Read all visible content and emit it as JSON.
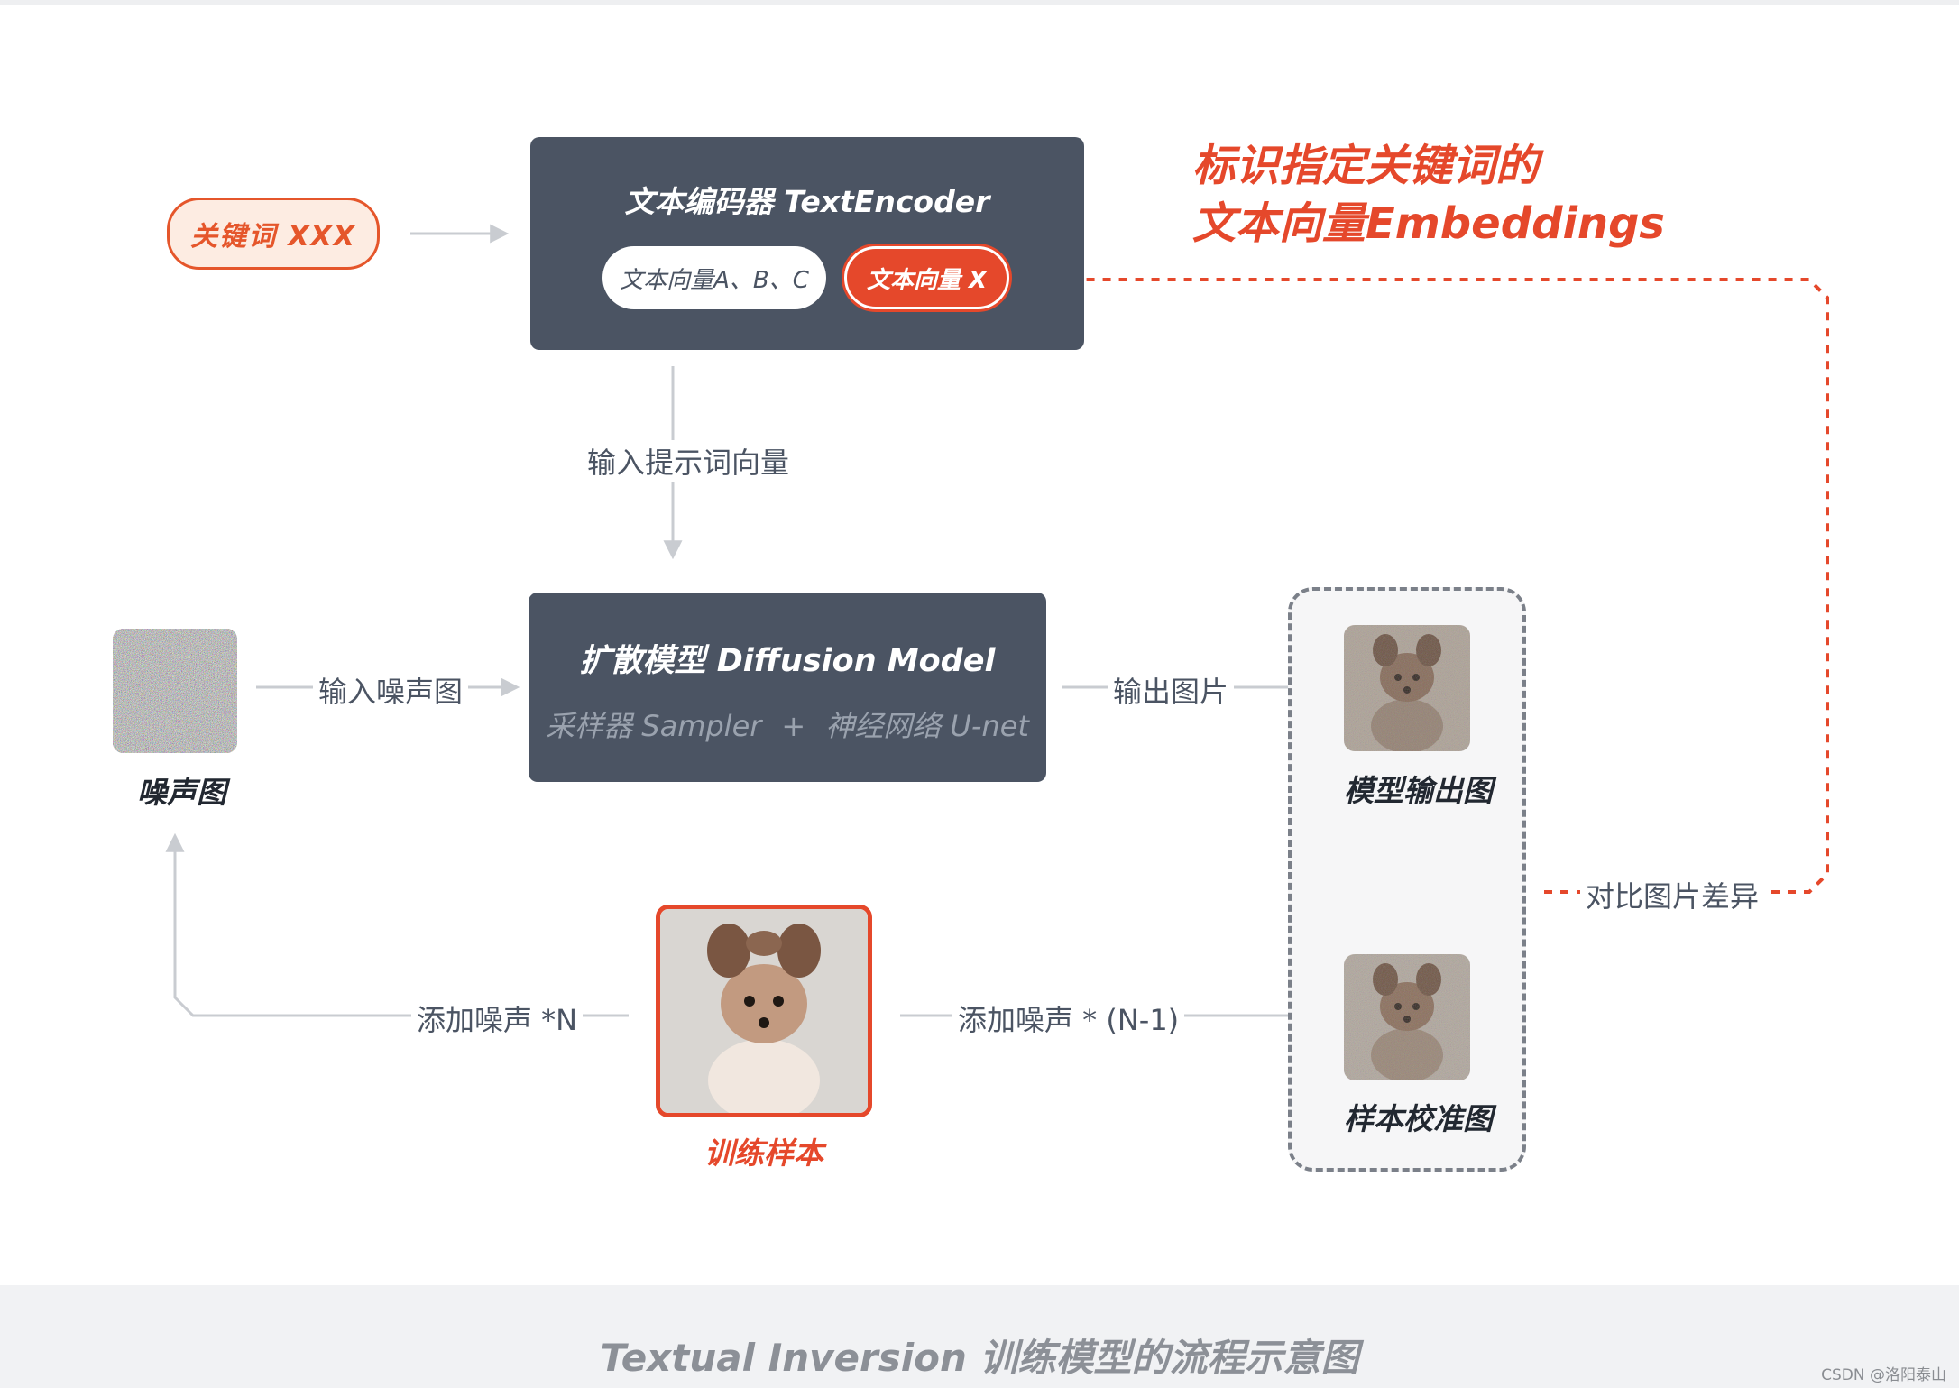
{
  "footer": {
    "title": "Textual Inversion 训练模型的流程示意图",
    "watermark": "CSDN @洛阳泰山"
  },
  "keyword": {
    "label": "关键词 XXX"
  },
  "text_encoder": {
    "title": "文本编码器 TextEncoder",
    "vector_default": "文本向量A、B、C",
    "vector_target": "文本向量 X"
  },
  "embeddings_note": {
    "line1": "标识指定关键词的",
    "line2": "文本向量Embeddings"
  },
  "edges": {
    "input_prompt_vector": "输入提示词向量",
    "input_noise": "输入噪声图",
    "output_image": "输出图片",
    "add_noise_n": "添加噪声 *N",
    "add_noise_n_minus_1": "添加噪声 * (N-1)",
    "compare_diff": "对比图片差异"
  },
  "diffusion_model": {
    "title": "扩散模型 Diffusion Model",
    "sampler": "采样器 Sampler",
    "plus": "+",
    "unet": "神经网络 U-net"
  },
  "nodes": {
    "noise_image": "噪声图",
    "training_sample": "训练样本",
    "model_output": "模型输出图",
    "calibration": "样本校准图"
  },
  "colors": {
    "accent": "#e5482b",
    "dark_box": "#4b5463",
    "arrow": "#c9ccd1"
  }
}
